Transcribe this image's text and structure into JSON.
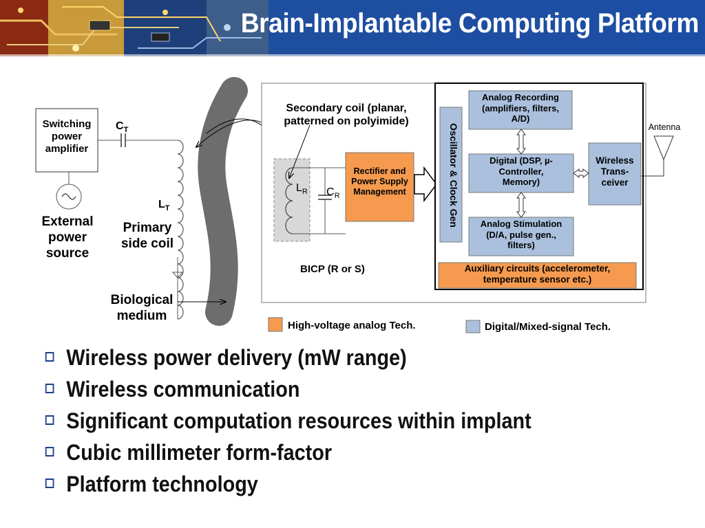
{
  "title": "Brain-Implantable Computing Platform",
  "colors": {
    "header_blue": "#1e4fa3",
    "high_voltage_orange": "#f59a4f",
    "digital_blue": "#aac0dd",
    "coil_box_gray": "#d8d8d8",
    "medium_gray": "#6d6d6d"
  },
  "diagram": {
    "switching_amp": [
      "Switching",
      "power",
      "amplifier"
    ],
    "c_t": {
      "main": "C",
      "sub": "T"
    },
    "l_t": {
      "main": "L",
      "sub": "T"
    },
    "external_source": [
      "External",
      "power",
      "source"
    ],
    "primary_coil": [
      "Primary",
      "side coil"
    ],
    "biological_medium": [
      "Biological",
      "medium"
    ],
    "secondary_coil": [
      "Secondary coil (planar,",
      "patterned on polyimide)"
    ],
    "l_r": {
      "main": "L",
      "sub": "R"
    },
    "c_r": {
      "main": "C",
      "sub": "R"
    },
    "rectifier": [
      "Rectifier and",
      "Power Supply",
      "Management"
    ],
    "oscillator": "Oscillator & Clock Gen",
    "analog_recording": [
      "Analog Recording",
      "(amplifiers, filters,",
      "A/D)"
    ],
    "digital": [
      "Digital (DSP, µ-",
      "Controller,",
      "Memory)"
    ],
    "analog_stimulation": [
      "Analog Stimulation",
      "(D/A, pulse gen.,",
      "filters)"
    ],
    "wireless": [
      "Wireless",
      "Trans-",
      "ceiver"
    ],
    "antenna": "Antenna",
    "auxiliary": [
      "Auxiliary circuits (accelerometer,",
      "temperature sensor etc.)"
    ],
    "bicp": "BICP (R or S)",
    "legend": {
      "high_voltage": "High-voltage analog Tech.",
      "digital_mixed": "Digital/Mixed-signal Tech."
    }
  },
  "bullets": [
    "Wireless power delivery (mW range)",
    "Wireless communication",
    "Significant computation resources within implant",
    "Cubic millimeter form-factor",
    "Platform technology"
  ]
}
